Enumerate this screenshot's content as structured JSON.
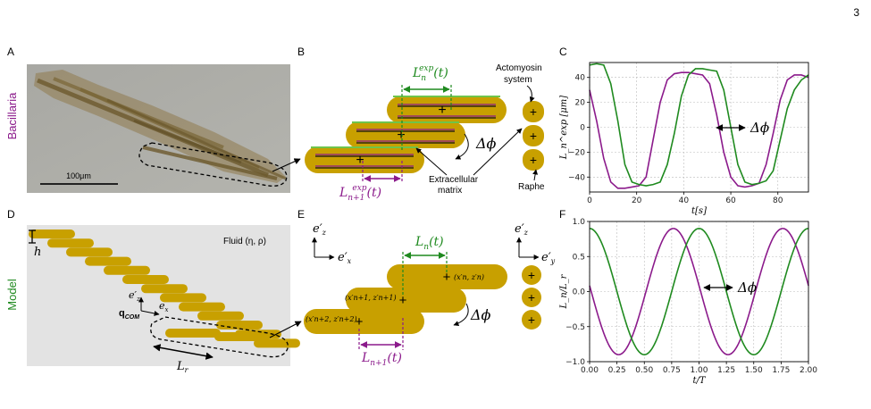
{
  "page_number": "3",
  "row_labels": {
    "top": "Bacillaria",
    "bottom": "Model"
  },
  "panels": {
    "A": {
      "letter": "A",
      "scale_bar": "100μm"
    },
    "B": {
      "letter": "B",
      "length_top": "L",
      "length_top_sub": "n",
      "length_top_sup": "exp",
      "length_top_arg": "(t)",
      "length_bottom": "L",
      "length_bottom_sub": "n+1",
      "length_bottom_sup": "exp",
      "length_bottom_arg": "(t)",
      "actomyosin_1": "Actomyosin",
      "actomyosin_2": "system",
      "matrix_1": "Extracellular",
      "matrix_2": "matrix",
      "raphe": "Raphe",
      "phase": "Δϕ"
    },
    "C": {
      "letter": "C"
    },
    "D": {
      "letter": "D",
      "fluid": "Fluid (η, ρ)",
      "h": "h",
      "ez": "e′",
      "ez_sub": "z",
      "ex": "e",
      "ex_sub": "x",
      "qcom": "q",
      "qcom_sub": "COM",
      "lr": "L",
      "lr_sub": "r"
    },
    "E": {
      "letter": "E",
      "axis_z": "e′",
      "axis_z_sub": "z",
      "axis_x": "e′",
      "axis_x_sub": "x",
      "axis_y": "e′",
      "axis_y_sub": "y",
      "length_top": "L",
      "length_top_sub": "n",
      "length_top_arg": "(t)",
      "length_bottom": "L",
      "length_bottom_sub": "n+1",
      "length_bottom_arg": "(t)",
      "pt_n": "(x′n, z′n)",
      "pt_n1": "(x′n+1, z′n+1)",
      "pt_n2": "(x′n+2, z′n+2)",
      "phase": "Δϕ"
    },
    "F": {
      "letter": "F"
    }
  },
  "colors": {
    "gold": "#c8a000",
    "purple": "#8b1a8b",
    "green": "#1f8a1f",
    "diatom_bg": "#a9a9a4"
  },
  "chart_data": [
    {
      "id": "C",
      "type": "line",
      "xlabel": "t[s]",
      "ylabel": "L_n^exp [μm]",
      "xlim": [
        0,
        93
      ],
      "ylim": [
        -52,
        52
      ],
      "xticks": [
        0,
        20,
        40,
        60,
        80
      ],
      "yticks": [
        -40,
        -20,
        0,
        20,
        40
      ],
      "grid": true,
      "annotation": "Δϕ",
      "series": [
        {
          "color": "#8b1a8b",
          "x": [
            0,
            3,
            6,
            9,
            12,
            15,
            18,
            21,
            24,
            27,
            30,
            33,
            36,
            39,
            42,
            45,
            48,
            51,
            54,
            57,
            60,
            63,
            66,
            69,
            72,
            75,
            78,
            81,
            84,
            87,
            90,
            93
          ],
          "y": [
            30,
            5,
            -25,
            -44,
            -49,
            -49,
            -48,
            -47,
            -40,
            -10,
            20,
            38,
            43,
            44,
            44,
            43,
            42,
            35,
            10,
            -20,
            -40,
            -47,
            -48,
            -47,
            -45,
            -30,
            -5,
            22,
            38,
            42,
            42,
            40
          ]
        },
        {
          "color": "#1f8a1f",
          "x": [
            0,
            3,
            6,
            9,
            12,
            15,
            18,
            21,
            24,
            27,
            30,
            33,
            36,
            39,
            42,
            45,
            48,
            51,
            54,
            57,
            60,
            63,
            66,
            69,
            72,
            75,
            78,
            81,
            84,
            87,
            90,
            93
          ],
          "y": [
            50,
            51,
            50,
            35,
            5,
            -30,
            -44,
            -46,
            -47,
            -46,
            -44,
            -30,
            -5,
            25,
            42,
            47,
            47,
            46,
            45,
            30,
            0,
            -30,
            -44,
            -46,
            -45,
            -43,
            -35,
            -10,
            15,
            30,
            38,
            42
          ]
        }
      ]
    },
    {
      "id": "F",
      "type": "line",
      "xlabel": "t/T",
      "ylabel": "L_n/L_r",
      "xlim": [
        0,
        2
      ],
      "ylim": [
        -1,
        1
      ],
      "xticks": [
        0,
        0.25,
        0.5,
        0.75,
        1,
        1.25,
        1.5,
        1.75,
        2
      ],
      "xticklabels": [
        "0.00",
        "0.25",
        "0.50",
        "0.75",
        "1.00",
        "1.25",
        "1.50",
        "1.75",
        "2.00"
      ],
      "yticks": [
        -1,
        -0.5,
        0,
        0.5,
        1
      ],
      "yticklabels": [
        "−1.0",
        "−0.5",
        "0.0",
        "0.5",
        "1.0"
      ],
      "grid": true,
      "annotation": "Δϕ",
      "series": [
        {
          "color": "#8b1a8b",
          "amplitude": 0.9,
          "phase_shift": 0.0,
          "kind": "sine_purple"
        },
        {
          "color": "#1f8a1f",
          "amplitude": 0.9,
          "phase_shift": 0.25,
          "kind": "cos_green"
        }
      ]
    }
  ]
}
